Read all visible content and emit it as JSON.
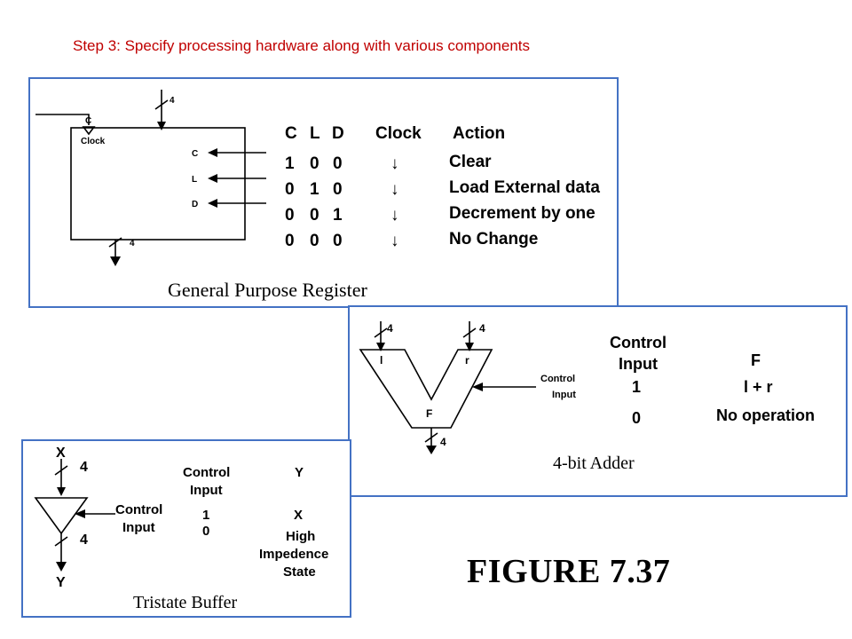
{
  "heading": "Step 3: Specify processing hardware along with various components",
  "figure_label": "FIGURE 7.37",
  "register": {
    "caption": "General Purpose Register",
    "clock_pin": "C",
    "clock_label": "Clock",
    "bus_width_in": "4",
    "bus_width_out": "4",
    "pin_labels": [
      "C",
      "L",
      "D"
    ],
    "table_headers": [
      "C",
      "L",
      "D",
      "Clock",
      "Action"
    ],
    "rows": [
      {
        "c": "1",
        "l": "0",
        "d": "0",
        "clock": "↓",
        "action": "Clear"
      },
      {
        "c": "0",
        "l": "1",
        "d": "0",
        "clock": "↓",
        "action": "Load External data"
      },
      {
        "c": "0",
        "l": "0",
        "d": "1",
        "clock": "↓",
        "action": "Decrement by one"
      },
      {
        "c": "0",
        "l": "0",
        "d": "0",
        "clock": "↓",
        "action": "No Change"
      }
    ]
  },
  "adder": {
    "caption": "4-bit Adder",
    "input_left_width": "4",
    "input_right_width": "4",
    "output_width": "4",
    "left_port": "l",
    "right_port": "r",
    "output_port": "F",
    "control_line1": "Control",
    "control_line2": "Input",
    "header_control1": "Control",
    "header_control2": "Input",
    "header_f": "F",
    "rows": [
      {
        "input": "1",
        "f": "l + r"
      },
      {
        "input": "0",
        "f": "No operation"
      }
    ]
  },
  "buffer": {
    "caption": "Tristate Buffer",
    "input_name": "X",
    "input_width": "4",
    "output_width": "4",
    "output_name": "Y",
    "control_line1": "Control",
    "control_line2": "Input",
    "header_control1": "Control",
    "header_control2": "Input",
    "header_y": "Y",
    "row1": {
      "input": "1",
      "y": "X"
    },
    "row2": {
      "input": "0",
      "y1": "High",
      "y2": "Impedence",
      "y3": "State"
    }
  }
}
